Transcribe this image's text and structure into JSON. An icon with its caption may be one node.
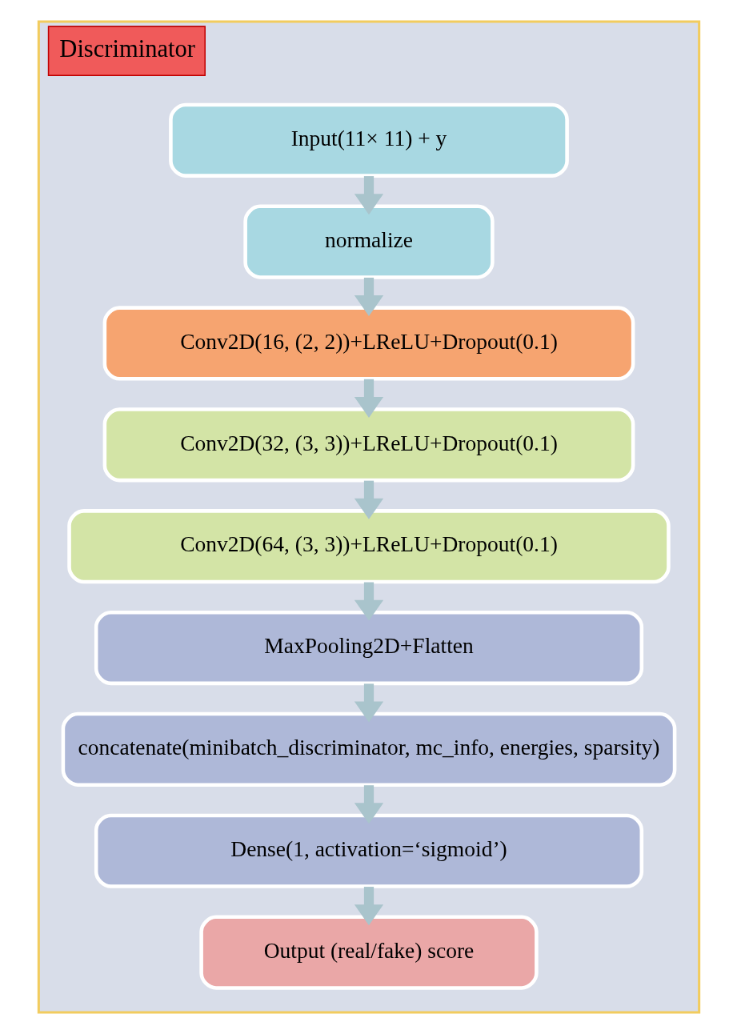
{
  "diagram": {
    "nodes": [
      {
        "text": [
          "Discriminator"
        ]
      },
      {
        "text": [
          "Input(11× 11) + y"
        ],
        "in": 0
      },
      {
        "text": [
          "normalize"
        ],
        "in": 0
      },
      {
        "text": [
          "Conv2D(16, (2, 2))+LReLU+Dropout(0.1)"
        ],
        "in": 0
      },
      {
        "text": [
          "Conv2D(32, (3, 3))+LReLU+Dropout(0.1)"
        ],
        "in": 0
      },
      {
        "text": [
          "Conv2D(64, (3, 3))+LReLU+Dropout(0.1)"
        ],
        "in": 0
      },
      {
        "text": [
          "MaxPooling2D+Flatten"
        ],
        "in": 0
      },
      {
        "text": [
          "concatenate(minibatch_discriminator, mc_info, energies, sparsity)"
        ],
        "in": 0
      },
      {
        "text": [
          "Dense(1, activation=‘sigmoid’)"
        ],
        "in": 0
      },
      {
        "text": [
          "Output (real/fake) score"
        ],
        "in": 0
      }
    ],
    "edges": [
      {
        "from": 1,
        "to": 2,
        "arrow": "to"
      },
      {
        "from": 2,
        "to": 3,
        "arrow": "to"
      },
      {
        "from": 3,
        "to": 4,
        "arrow": "to"
      },
      {
        "from": 4,
        "to": 5,
        "arrow": "to"
      },
      {
        "from": 5,
        "to": 6,
        "arrow": "to"
      },
      {
        "from": 6,
        "to": 7,
        "arrow": "to"
      },
      {
        "from": 7,
        "to": 8,
        "arrow": "to"
      },
      {
        "from": 8,
        "to": 9,
        "arrow": "to"
      }
    ]
  }
}
